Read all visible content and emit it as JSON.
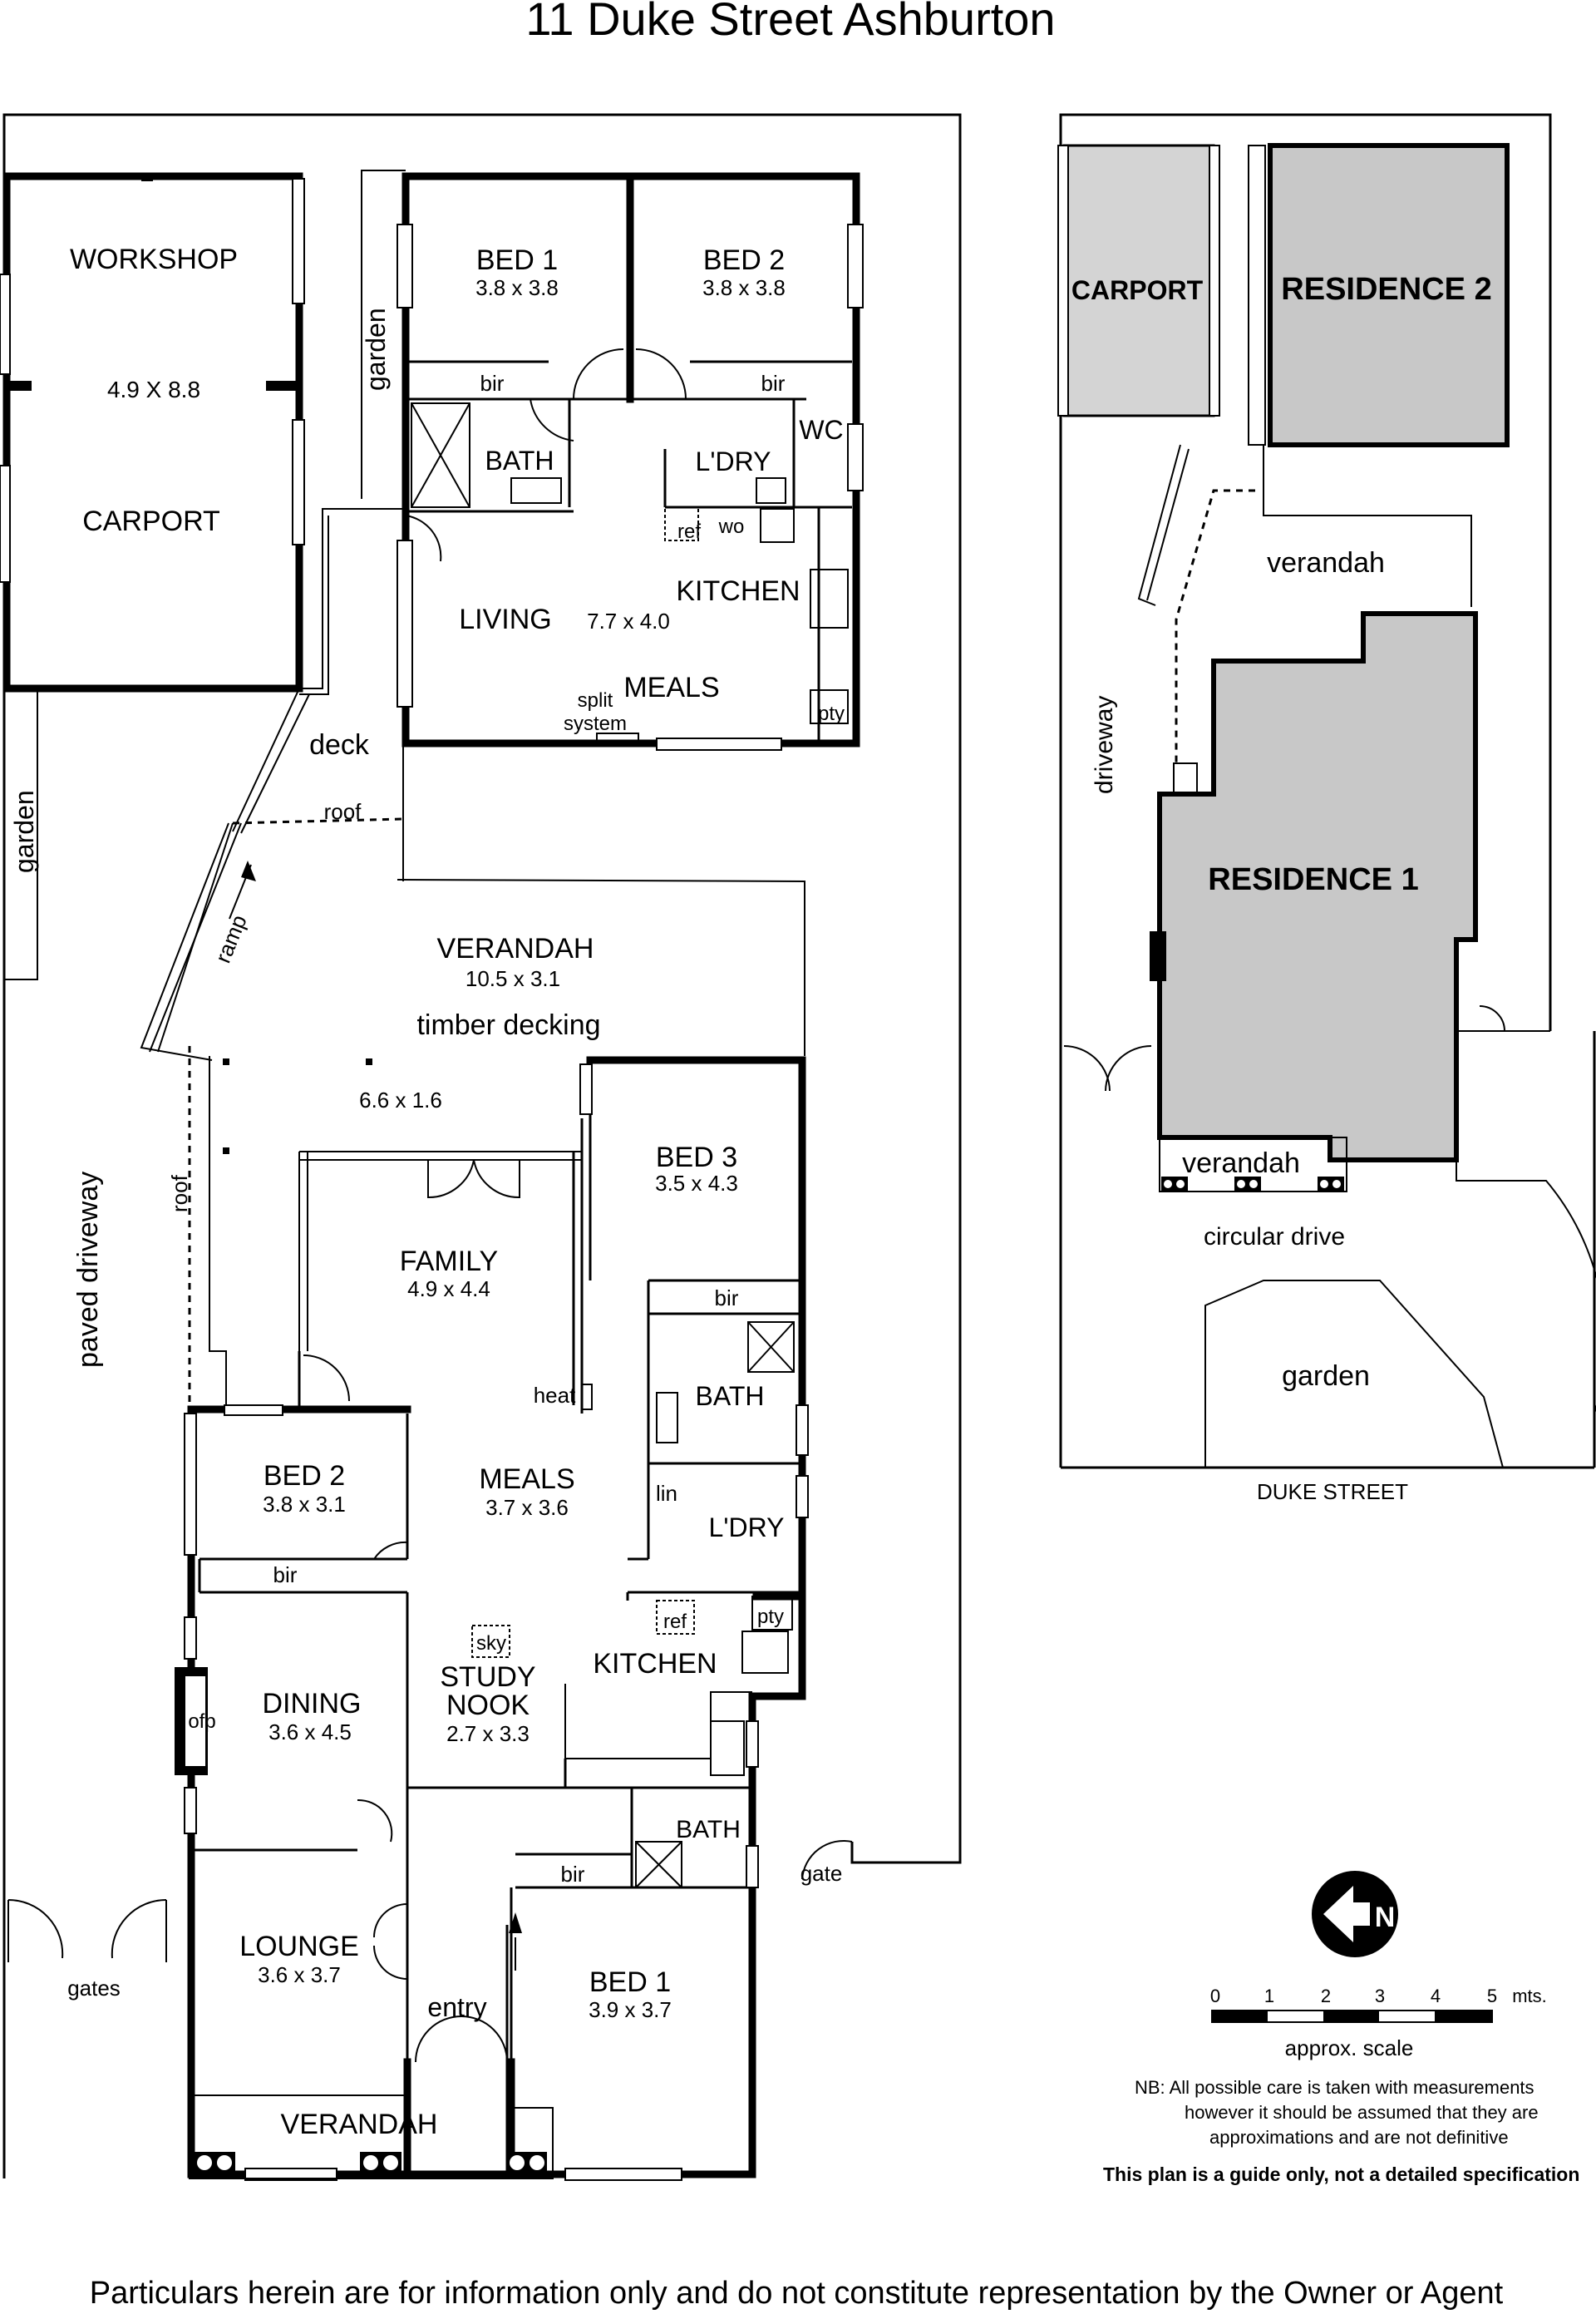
{
  "title": "11 Duke Street Ashburton",
  "footer": "Particulars herein are for information only and do not constitute representation by the Owner or Agent",
  "rear_residence": {
    "workshop": "WORKSHOP",
    "workshop_dim": "4.9 X 8.8",
    "carport": "CARPORT",
    "garden": "garden",
    "bed1": "BED 1",
    "bed1_dim": "3.8 x 3.8",
    "bed2": "BED 2",
    "bed2_dim": "3.8 x 3.8",
    "bir": "bir",
    "bath": "BATH",
    "ldry": "L'DRY",
    "wc": "WC",
    "ref": "ref",
    "wo": "wo",
    "kitchen": "KITCHEN",
    "living": "LIVING",
    "living_dim": "7.7 x 4.0",
    "meals": "MEALS",
    "split": "split",
    "system": "system",
    "pty": "pty",
    "deck": "deck",
    "roof": "roof"
  },
  "front_residence": {
    "garden": "garden",
    "ramp": "ramp",
    "verandah": "VERANDAH",
    "verandah_dim": "10.5 x 3.1",
    "timber": "timber decking",
    "deck_dim": "6.6 x 1.6",
    "roof": "roof",
    "paved": "paved driveway",
    "bed3": "BED 3",
    "bed3_dim": "3.5 x 4.3",
    "family": "FAMILY",
    "family_dim": "4.9 x 4.4",
    "heat": "heat",
    "bir": "bir",
    "bath": "BATH",
    "bed2": "BED 2",
    "bed2_dim": "3.8 x 3.1",
    "meals": "MEALS",
    "meals_dim": "3.7 x 3.6",
    "lin": "lin",
    "ldry": "L'DRY",
    "ref": "ref",
    "pty": "pty",
    "sky": "sky",
    "kitchen": "KITCHEN",
    "study1": "STUDY",
    "study2": "NOOK",
    "study_dim": "2.7 x 3.3",
    "dining": "DINING",
    "dining_dim": "3.6 x 4.5",
    "ofp": "ofp",
    "bath2": "BATH",
    "gate": "gate",
    "gates": "gates",
    "lounge": "LOUNGE",
    "lounge_dim": "3.6 x 3.7",
    "entry": "entry",
    "bed1": "BED 1",
    "bed1_dim": "3.9 x 3.7",
    "verandah_front": "VERANDAH"
  },
  "site": {
    "carport": "CARPORT",
    "residence2": "RESIDENCE 2",
    "verandah": "verandah",
    "driveway": "driveway",
    "residence1": "RESIDENCE 1",
    "verandah2": "verandah",
    "circular": "circular drive",
    "garden": "garden",
    "street": "DUKE STREET"
  },
  "compass_letter": "N",
  "scale": {
    "ticks": [
      "0",
      "1",
      "2",
      "3",
      "4",
      "5"
    ],
    "unit": "mts.",
    "label": "approx. scale"
  },
  "notes": {
    "nb1": "NB:  All possible care is taken with measurements",
    "nb2": "however it should be assumed that they are",
    "nb3": "approximations and are not definitive",
    "guide": "This plan is a guide only, not a detailed specification"
  }
}
